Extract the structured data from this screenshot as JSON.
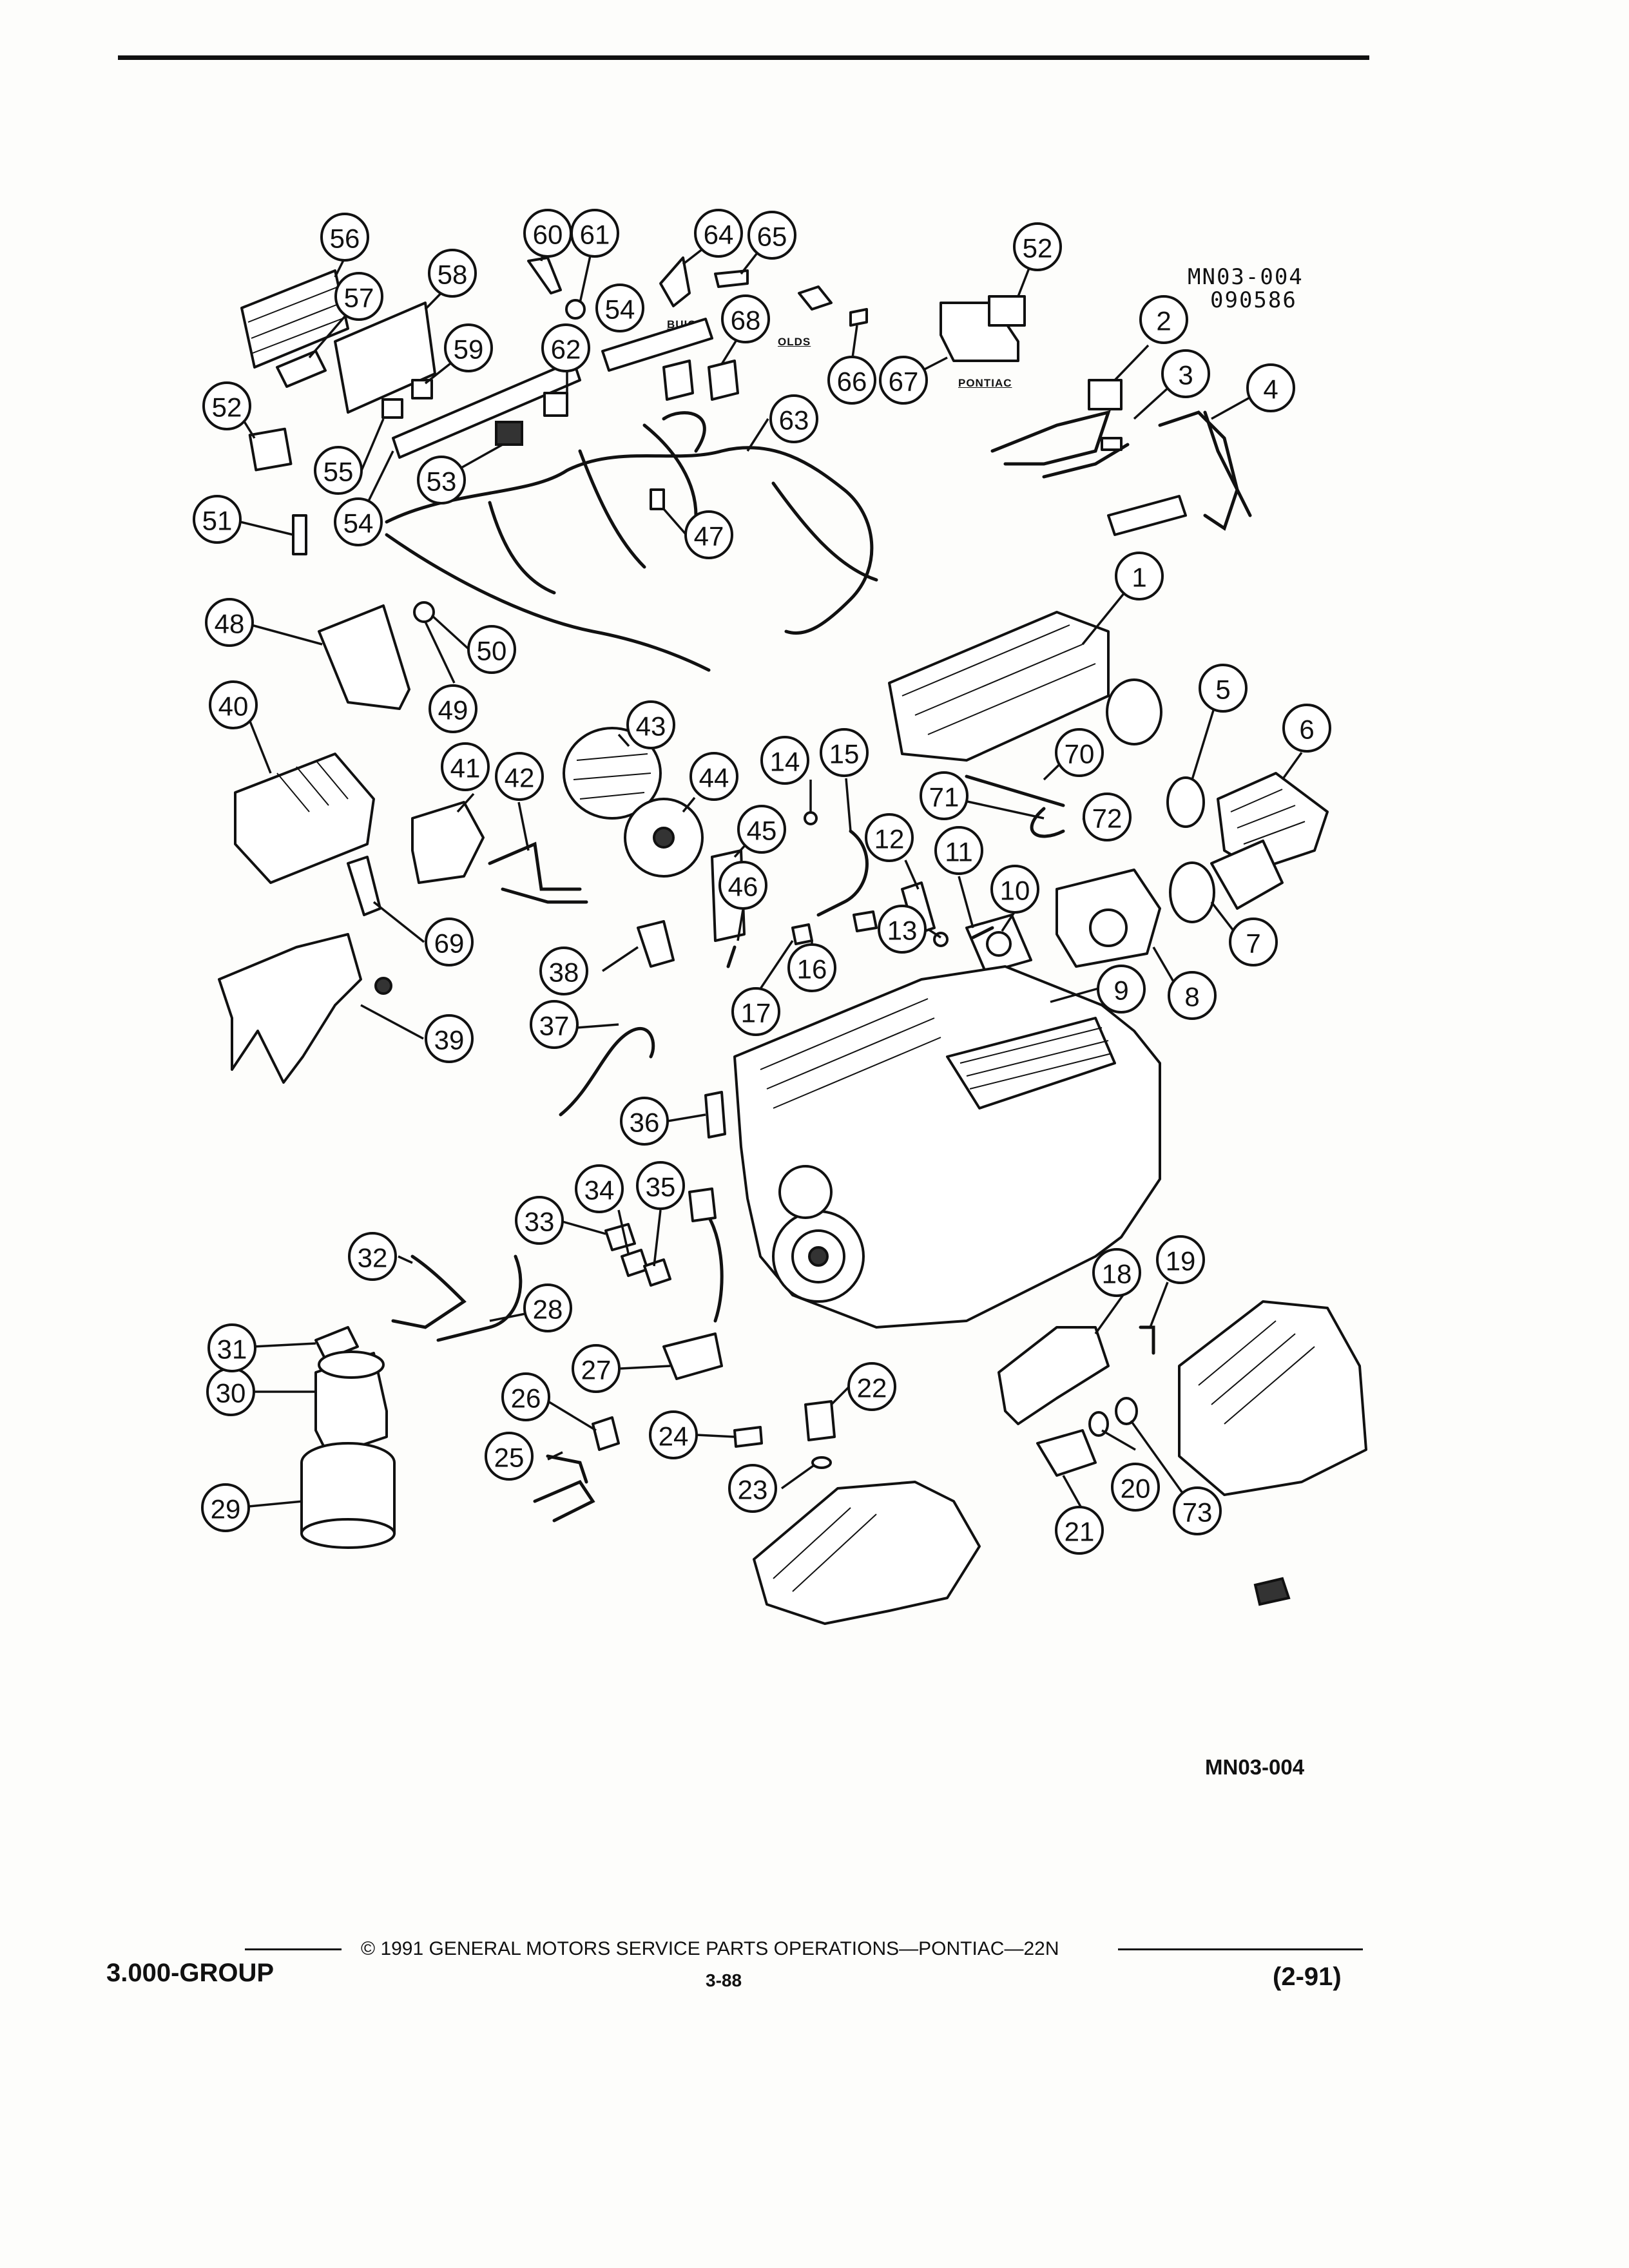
{
  "header": {
    "figure_ref": "MN03-004",
    "figure_date": "090586"
  },
  "brands": {
    "buick": "BUICK",
    "olds": "OLDS",
    "pontiac": "PONTIAC"
  },
  "callouts": [
    "1",
    "2",
    "3",
    "4",
    "5",
    "6",
    "7",
    "8",
    "9",
    "10",
    "11",
    "12",
    "13",
    "14",
    "15",
    "16",
    "17",
    "18",
    "19",
    "20",
    "21",
    "22",
    "23",
    "24",
    "25",
    "26",
    "27",
    "28",
    "29",
    "30",
    "31",
    "32",
    "33",
    "34",
    "35",
    "36",
    "37",
    "38",
    "39",
    "40",
    "41",
    "42",
    "43",
    "44",
    "45",
    "46",
    "47",
    "48",
    "49",
    "50",
    "51",
    "52",
    "53",
    "54",
    "55",
    "56",
    "57",
    "58",
    "59",
    "60",
    "61",
    "62",
    "63",
    "64",
    "65",
    "66",
    "67",
    "68",
    "69",
    "70",
    "71",
    "72",
    "73"
  ],
  "footer": {
    "figure_code": "MN03-004",
    "copyright": "© 1991 GENERAL MOTORS SERVICE PARTS OPERATIONS—PONTIAC—22N",
    "page": "3-88",
    "group": "3.000-GROUP",
    "revision": "(2-91)"
  }
}
